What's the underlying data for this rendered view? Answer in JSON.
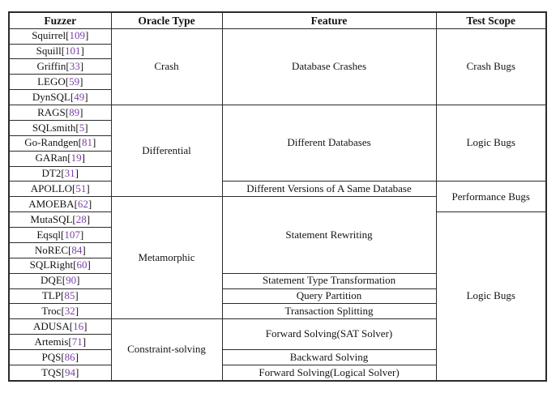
{
  "table": {
    "headers": {
      "fuzzer": "Fuzzer",
      "oracle": "Oracle Type",
      "feature": "Feature",
      "scope": "Test Scope"
    },
    "brackets": {
      "open": "[",
      "close": "]"
    },
    "colors": {
      "citation": "#7a3fa5",
      "text": "#141414",
      "border": "#2b2b2b",
      "background": "#ffffff"
    },
    "fuzzers": [
      {
        "name": "Squirrel",
        "cite": "109"
      },
      {
        "name": "Squill",
        "cite": "101"
      },
      {
        "name": "Griffin",
        "cite": "33"
      },
      {
        "name": "LEGO",
        "cite": "59"
      },
      {
        "name": "DynSQL",
        "cite": "49"
      },
      {
        "name": "RAGS",
        "cite": "89"
      },
      {
        "name": "SQLsmith",
        "cite": "5"
      },
      {
        "name": "Go-Randgen",
        "cite": "81"
      },
      {
        "name": "GARan",
        "cite": "19"
      },
      {
        "name": "DT2",
        "cite": "31"
      },
      {
        "name": "APOLLO",
        "cite": "51"
      },
      {
        "name": "AMOEBA",
        "cite": "62"
      },
      {
        "name": "MutaSQL",
        "cite": "28"
      },
      {
        "name": "Eqsql",
        "cite": "107"
      },
      {
        "name": "NoREC",
        "cite": "84"
      },
      {
        "name": "SQLRight",
        "cite": "60"
      },
      {
        "name": "DQE",
        "cite": "90"
      },
      {
        "name": "TLP",
        "cite": "85"
      },
      {
        "name": "Troc",
        "cite": "32"
      },
      {
        "name": "ADUSA",
        "cite": "16"
      },
      {
        "name": "Artemis",
        "cite": "71"
      },
      {
        "name": "PQS",
        "cite": "86"
      },
      {
        "name": "TQS",
        "cite": "94"
      }
    ],
    "oracles": [
      {
        "label": "Crash",
        "rows": 5
      },
      {
        "label": "Differential",
        "rows": 6
      },
      {
        "label": "Metamorphic",
        "rows": 8
      },
      {
        "label": "Constraint-solving",
        "rows": 4
      }
    ],
    "features": [
      {
        "label": "Database Crashes",
        "rows": 5
      },
      {
        "label": "Different Databases",
        "rows": 5
      },
      {
        "label": "Different Versions of A Same Database",
        "rows": 1
      },
      {
        "label": "Statement Rewriting",
        "rows": 5
      },
      {
        "label": "Statement Type Transformation",
        "rows": 1
      },
      {
        "label": "Query Partition",
        "rows": 1
      },
      {
        "label": "Transaction Splitting",
        "rows": 1
      },
      {
        "label": "Forward Solving(SAT Solver)",
        "rows": 2
      },
      {
        "label": "Backward Solving",
        "rows": 1
      },
      {
        "label": "Forward Solving(Logical Solver)",
        "rows": 1
      }
    ],
    "scopes": [
      {
        "label": "Crash Bugs",
        "rows": 5
      },
      {
        "label": "Logic Bugs",
        "rows": 5
      },
      {
        "label": "Performance Bugs",
        "rows": 2
      },
      {
        "label": "Logic Bugs",
        "rows": 11
      }
    ]
  }
}
